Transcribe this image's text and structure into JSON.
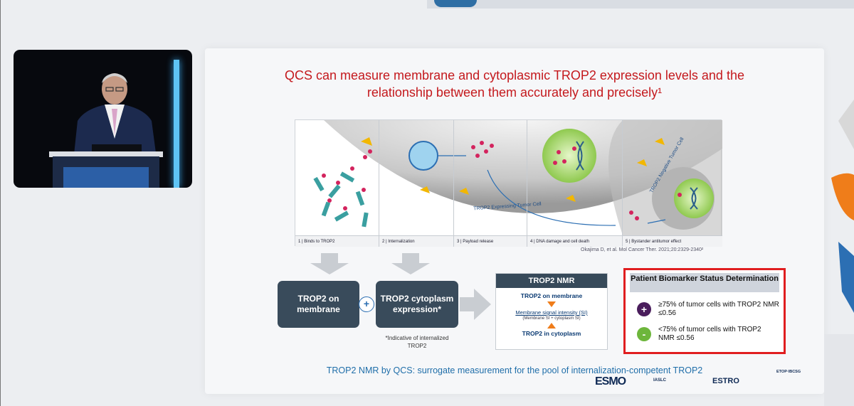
{
  "slide": {
    "title_line1": "QCS can measure membrane and cytoplasmic TROP2 expression levels and the",
    "title_line2": "relationship between them accurately and precisely¹",
    "figure": {
      "captions": [
        "1 | Binds to TROP2",
        "2 | Internalization",
        "3 | Payload release",
        "4 | DNA damage and cell death",
        "5 | Bystander antitumor effect"
      ],
      "label_expressing": "TROP2 Expressing Tumor Cell",
      "label_negative": "TROP2 Negative Tumor Cell",
      "reference": "Okajima D, et al. Mol Cancer Ther. 2021;20:2329-2340²"
    },
    "flow": {
      "membrane_box": "TROP2 on membrane",
      "plus": "+",
      "cytoplasm_box": "TROP2 cytoplasm expression*",
      "cytoplasm_note": "*Indicative of internalized TROP2"
    },
    "nmr": {
      "header": "TROP2 NMR",
      "on_membrane": "TROP2 on membrane",
      "signal": "Membrane signal intensity (SI)",
      "formula": "(Membrane SI + cytoplasm SI)",
      "in_cytoplasm": "TROP2 in cytoplasm"
    },
    "status": {
      "header": "Patient Biomarker Status Determination",
      "positive_symbol": "+",
      "positive_text": "≥75% of tumor cells with TROP2 NMR ≤0.56",
      "negative_symbol": "-",
      "negative_text": "<75% of tumor cells with TROP2 NMR ≤0.56"
    },
    "bottom_text": "TROP2 NMR by QCS: surrogate measurement for the pool of internalization-competent TROP2",
    "logos": {
      "esmo": "ESMO",
      "iaslc": "IASLC",
      "estro": "ESTRO",
      "etop": "ETOP·IBCSG"
    }
  },
  "colors": {
    "title_red": "#c4191d",
    "box_dark": "#394b5b",
    "orange": "#ef7d1a",
    "status_border": "#e01e20",
    "positive": "#4a1d5c",
    "negative": "#6db63b",
    "bottom_blue": "#1f6ea9"
  }
}
